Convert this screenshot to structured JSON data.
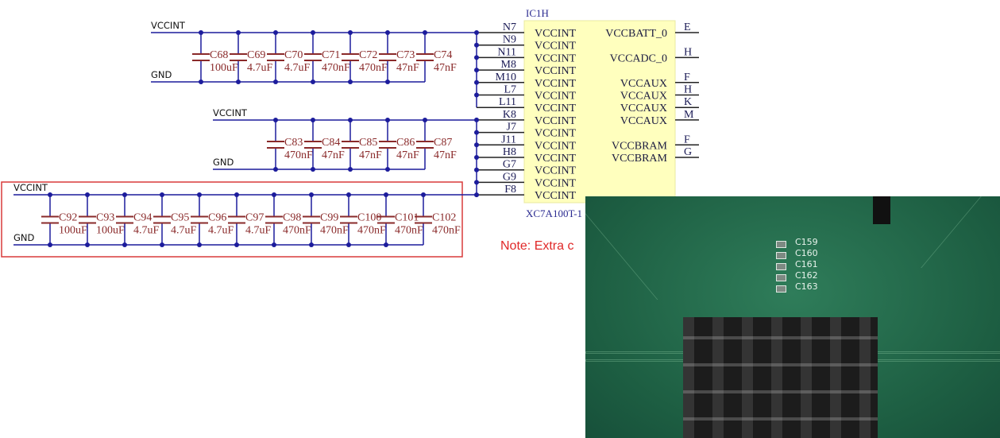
{
  "colors": {
    "wire": "#1c1c9c",
    "capacitor": "#8a2a2a",
    "ic_fill": "#ffffbe",
    "highlight_box": "#d83a3a",
    "note": "#e02828",
    "pcb": "#1f6446"
  },
  "groups": [
    {
      "vcc_label": "VCCINT",
      "gnd_label": "GND",
      "capacitors": [
        {
          "ref": "C68",
          "value": "100uF"
        },
        {
          "ref": "C69",
          "value": "4.7uF"
        },
        {
          "ref": "C70",
          "value": "4.7uF"
        },
        {
          "ref": "C71",
          "value": "470nF"
        },
        {
          "ref": "C72",
          "value": "470nF"
        },
        {
          "ref": "C73",
          "value": "47nF"
        },
        {
          "ref": "C74",
          "value": "47nF"
        }
      ]
    },
    {
      "vcc_label": "VCCINT",
      "gnd_label": "GND",
      "capacitors": [
        {
          "ref": "C83",
          "value": "470nF"
        },
        {
          "ref": "C84",
          "value": "47nF"
        },
        {
          "ref": "C85",
          "value": "47nF"
        },
        {
          "ref": "C86",
          "value": "47nF"
        },
        {
          "ref": "C87",
          "value": "47nF"
        }
      ]
    },
    {
      "vcc_label": "VCCINT",
      "gnd_label": "GND",
      "highlighted": true,
      "capacitors": [
        {
          "ref": "C92",
          "value": "100uF"
        },
        {
          "ref": "C93",
          "value": "100uF"
        },
        {
          "ref": "C94",
          "value": "4.7uF"
        },
        {
          "ref": "C95",
          "value": "4.7uF"
        },
        {
          "ref": "C96",
          "value": "4.7uF"
        },
        {
          "ref": "C97",
          "value": "4.7uF"
        },
        {
          "ref": "C98",
          "value": "470nF"
        },
        {
          "ref": "C99",
          "value": "470nF"
        },
        {
          "ref": "C100",
          "value": "470nF"
        },
        {
          "ref": "C101",
          "value": "470nF"
        },
        {
          "ref": "C102",
          "value": "470nF"
        }
      ]
    }
  ],
  "ic": {
    "designator": "IC1H",
    "part": "XC7A100T-1",
    "left_pins": [
      {
        "pin": "N7",
        "name": "VCCINT"
      },
      {
        "pin": "N9",
        "name": "VCCINT"
      },
      {
        "pin": "N11",
        "name": "VCCINT"
      },
      {
        "pin": "M8",
        "name": "VCCINT"
      },
      {
        "pin": "M10",
        "name": "VCCINT"
      },
      {
        "pin": "L7",
        "name": "VCCINT"
      },
      {
        "pin": "L11",
        "name": "VCCINT"
      },
      {
        "pin": "K8",
        "name": "VCCINT"
      },
      {
        "pin": "J7",
        "name": "VCCINT"
      },
      {
        "pin": "J11",
        "name": "VCCINT"
      },
      {
        "pin": "H8",
        "name": "VCCINT"
      },
      {
        "pin": "G7",
        "name": "VCCINT"
      },
      {
        "pin": "G9",
        "name": "VCCINT"
      },
      {
        "pin": "F8",
        "name": "VCCINT"
      }
    ],
    "right_pins": [
      {
        "row": 0,
        "name": "VCCBATT_0",
        "pin": "E"
      },
      {
        "row": 2,
        "name": "VCCADC_0",
        "pin": "H"
      },
      {
        "row": 4,
        "name": "VCCAUX",
        "pin": "F"
      },
      {
        "row": 5,
        "name": "VCCAUX",
        "pin": "H"
      },
      {
        "row": 6,
        "name": "VCCAUX",
        "pin": "K"
      },
      {
        "row": 7,
        "name": "VCCAUX",
        "pin": "M"
      },
      {
        "row": 9,
        "name": "VCCBRAM",
        "pin": "F"
      },
      {
        "row": 10,
        "name": "VCCBRAM",
        "pin": "G"
      }
    ]
  },
  "note": "Note: Extra c",
  "photo": {
    "silkscreen": [
      "C159",
      "C160",
      "C161",
      "C162",
      "C163"
    ]
  }
}
